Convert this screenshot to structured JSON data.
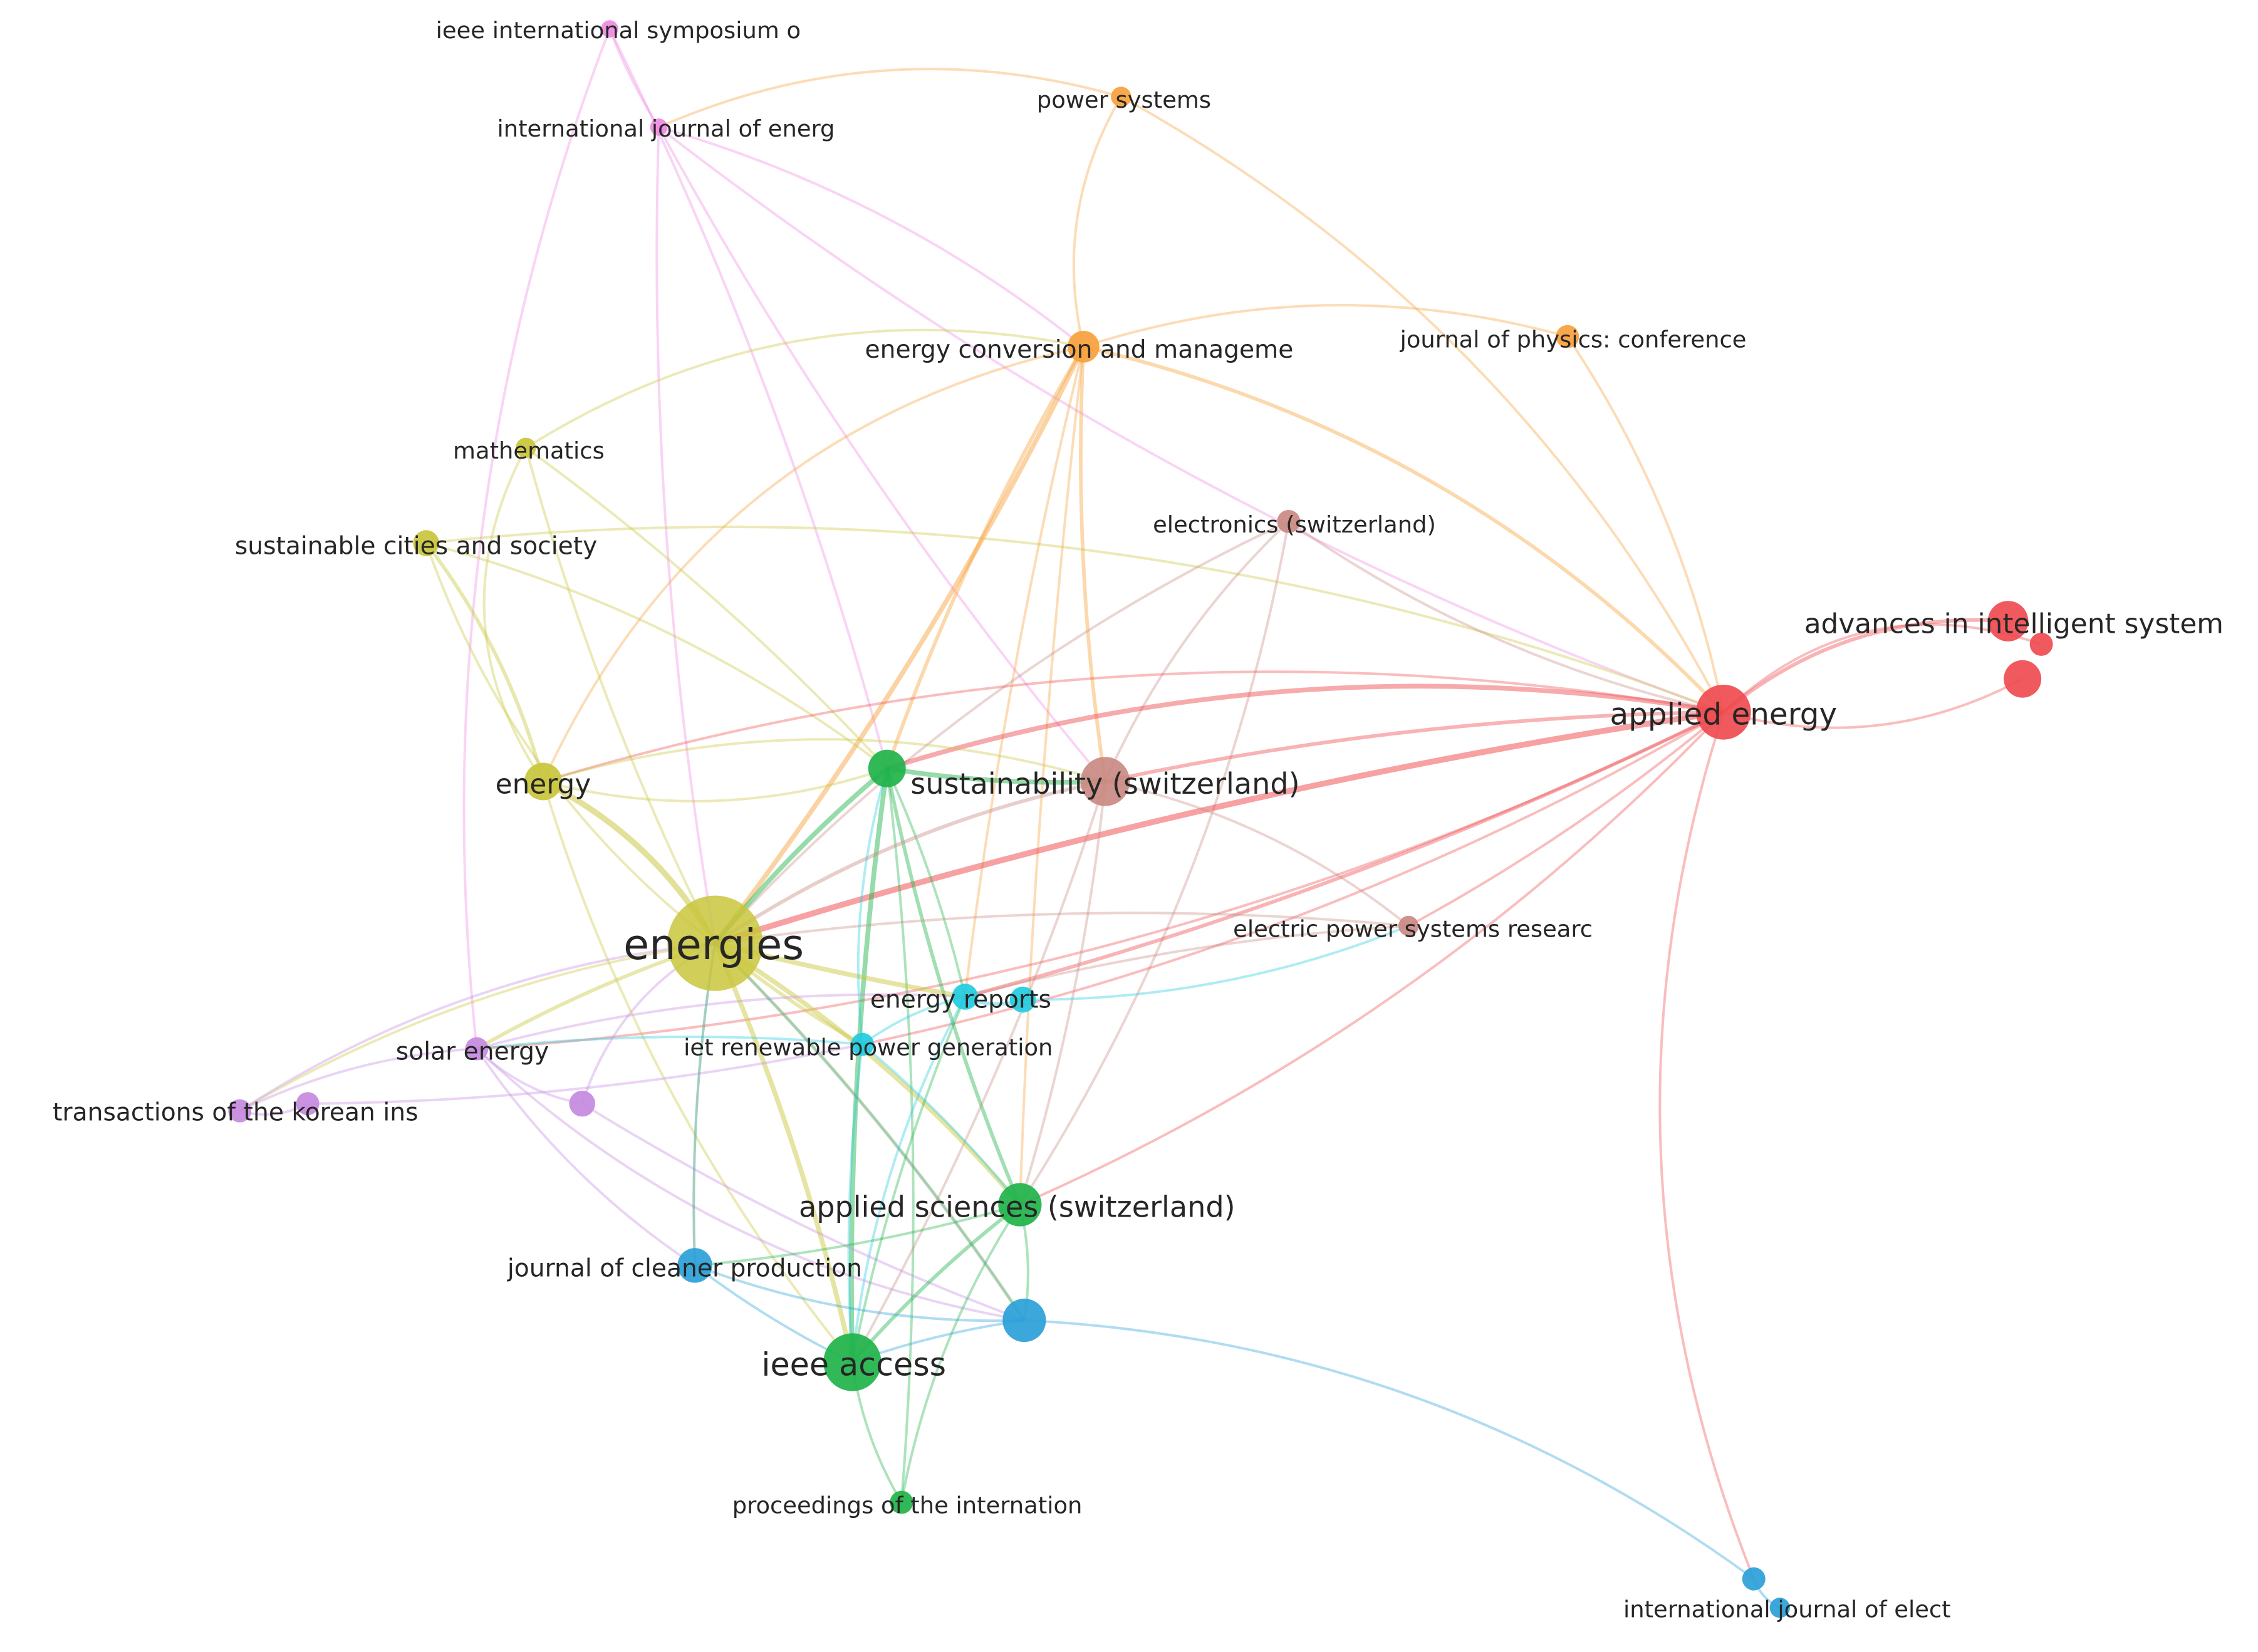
{
  "network": {
    "clusters": {
      "red": "#ef4b4f",
      "brown": "#c98a82",
      "orange": "#f7a13c",
      "yellow": "#c9c63c",
      "green": "#1fb34a",
      "cyan": "#22cbe0",
      "blue": "#2a9fd8",
      "purple": "#c58ae0",
      "pink": "#ee8be0"
    },
    "nodes": [
      {
        "id": "ieee-international-symposium",
        "label": "ieee international symposium o",
        "cluster": "pink"
      },
      {
        "id": "international-journal-of-energ",
        "label": "international journal of energ",
        "cluster": "pink"
      },
      {
        "id": "power-systems",
        "label": "power systems",
        "cluster": "orange"
      },
      {
        "id": "energy-conversion-and-management",
        "label": "energy conversion and manageme",
        "cluster": "orange"
      },
      {
        "id": "journal-of-physics-conference",
        "label": "journal of physics: conference",
        "cluster": "orange"
      },
      {
        "id": "mathematics",
        "label": "mathematics",
        "cluster": "yellow"
      },
      {
        "id": "sustainable-cities-and-society",
        "label": "sustainable cities and society",
        "cluster": "yellow"
      },
      {
        "id": "electronics-switzerland",
        "label": "electronics (switzerland)",
        "cluster": "brown"
      },
      {
        "id": "advances-in-intelligent-system",
        "label": "advances in intelligent system",
        "cluster": "red"
      },
      {
        "id": "red-small-1",
        "label": "",
        "cluster": "red"
      },
      {
        "id": "red-small-2",
        "label": "",
        "cluster": "red"
      },
      {
        "id": "applied-energy",
        "label": "applied energy",
        "cluster": "red"
      },
      {
        "id": "energy",
        "label": "energy",
        "cluster": "yellow"
      },
      {
        "id": "green-hub",
        "label": "",
        "cluster": "green"
      },
      {
        "id": "sustainability-switzerland",
        "label": "sustainability (switzerland)",
        "cluster": "brown"
      },
      {
        "id": "electric-power-systems-research",
        "label": "electric power systems researc",
        "cluster": "brown"
      },
      {
        "id": "energies",
        "label": "energies",
        "cluster": "yellow"
      },
      {
        "id": "energy-reports",
        "label": "energy reports",
        "cluster": "cyan"
      },
      {
        "id": "cyan-2",
        "label": "",
        "cluster": "cyan"
      },
      {
        "id": "iet-renewable-power-generation",
        "label": "iet renewable power generation",
        "cluster": "cyan"
      },
      {
        "id": "solar-energy",
        "label": "solar energy",
        "cluster": "purple"
      },
      {
        "id": "transactions-of-the-korean-ins",
        "label": "transactions of the korean ins",
        "cluster": "purple"
      },
      {
        "id": "purple-small-1",
        "label": "",
        "cluster": "purple"
      },
      {
        "id": "purple-small-2",
        "label": "",
        "cluster": "purple"
      },
      {
        "id": "applied-sciences-switzerland",
        "label": "applied sciences (switzerland)",
        "cluster": "green"
      },
      {
        "id": "journal-of-cleaner-production",
        "label": "journal of cleaner production",
        "cluster": "blue"
      },
      {
        "id": "blue-hub",
        "label": "",
        "cluster": "blue"
      },
      {
        "id": "ieee-access",
        "label": "ieee access",
        "cluster": "green"
      },
      {
        "id": "proceedings-of-the-internation",
        "label": "proceedings of the internation",
        "cluster": "green"
      },
      {
        "id": "international-journal-of-elect",
        "label": "international journal of elect",
        "cluster": "blue"
      },
      {
        "id": "blue-small-2",
        "label": "",
        "cluster": "blue"
      }
    ]
  }
}
